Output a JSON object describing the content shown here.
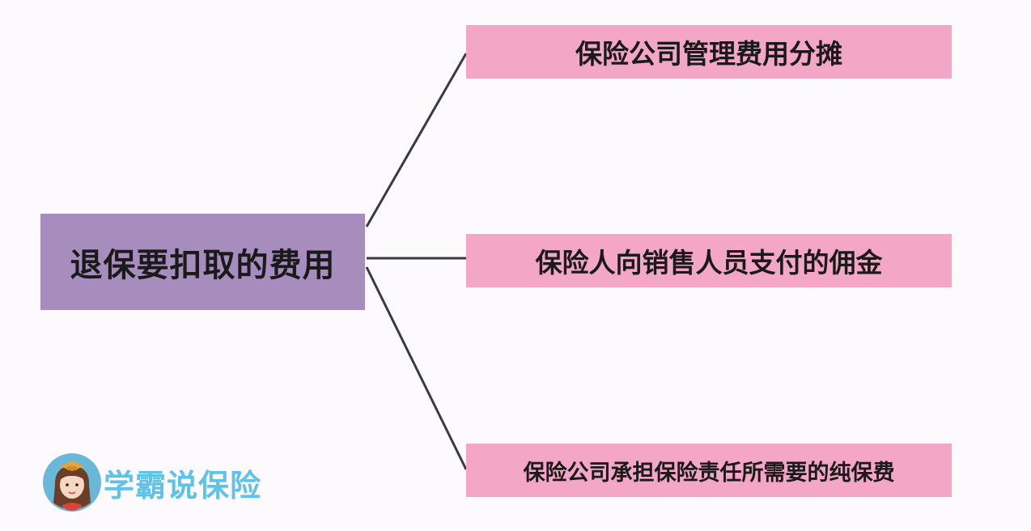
{
  "diagram": {
    "root": {
      "label": "退保要扣取的费用",
      "color": "#a78dbd"
    },
    "branches": [
      {
        "label": "保险公司管理费用分摊"
      },
      {
        "label": "保险人向销售人员支付的佣金"
      },
      {
        "label": "保险公司承担保险责任所需要的纯保费"
      }
    ],
    "branch_color": "#f3a6c6",
    "connector_color": "#3a3a44"
  },
  "watermark": {
    "text": "学霸说保险",
    "text_color": "#5fc2e8",
    "avatar_icon": "girl-avatar-icon"
  }
}
